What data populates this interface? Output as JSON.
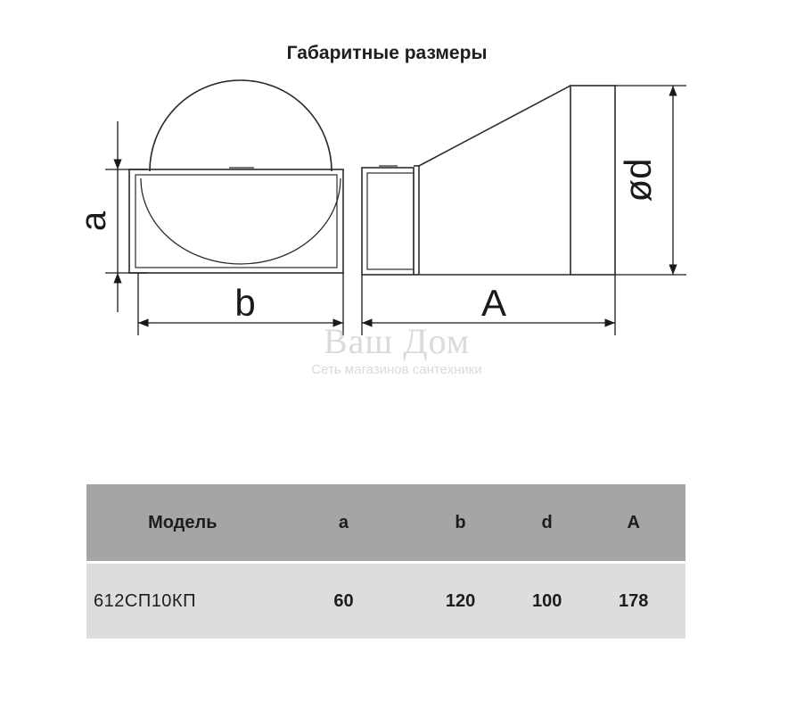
{
  "title": "Габаритные размеры",
  "dimension_labels": {
    "a": "a",
    "b": "b",
    "d": "ød",
    "A": "A"
  },
  "watermark": {
    "logo": "Ваш Дом",
    "subtitle": "Сеть магазинов сантехники"
  },
  "table": {
    "headers": {
      "model": "Модель",
      "a": "a",
      "b": "b",
      "d": "d",
      "A": "A"
    },
    "rows": [
      {
        "model": "612СП10КП",
        "a": "60",
        "b": "120",
        "d": "100",
        "A": "178"
      }
    ]
  }
}
